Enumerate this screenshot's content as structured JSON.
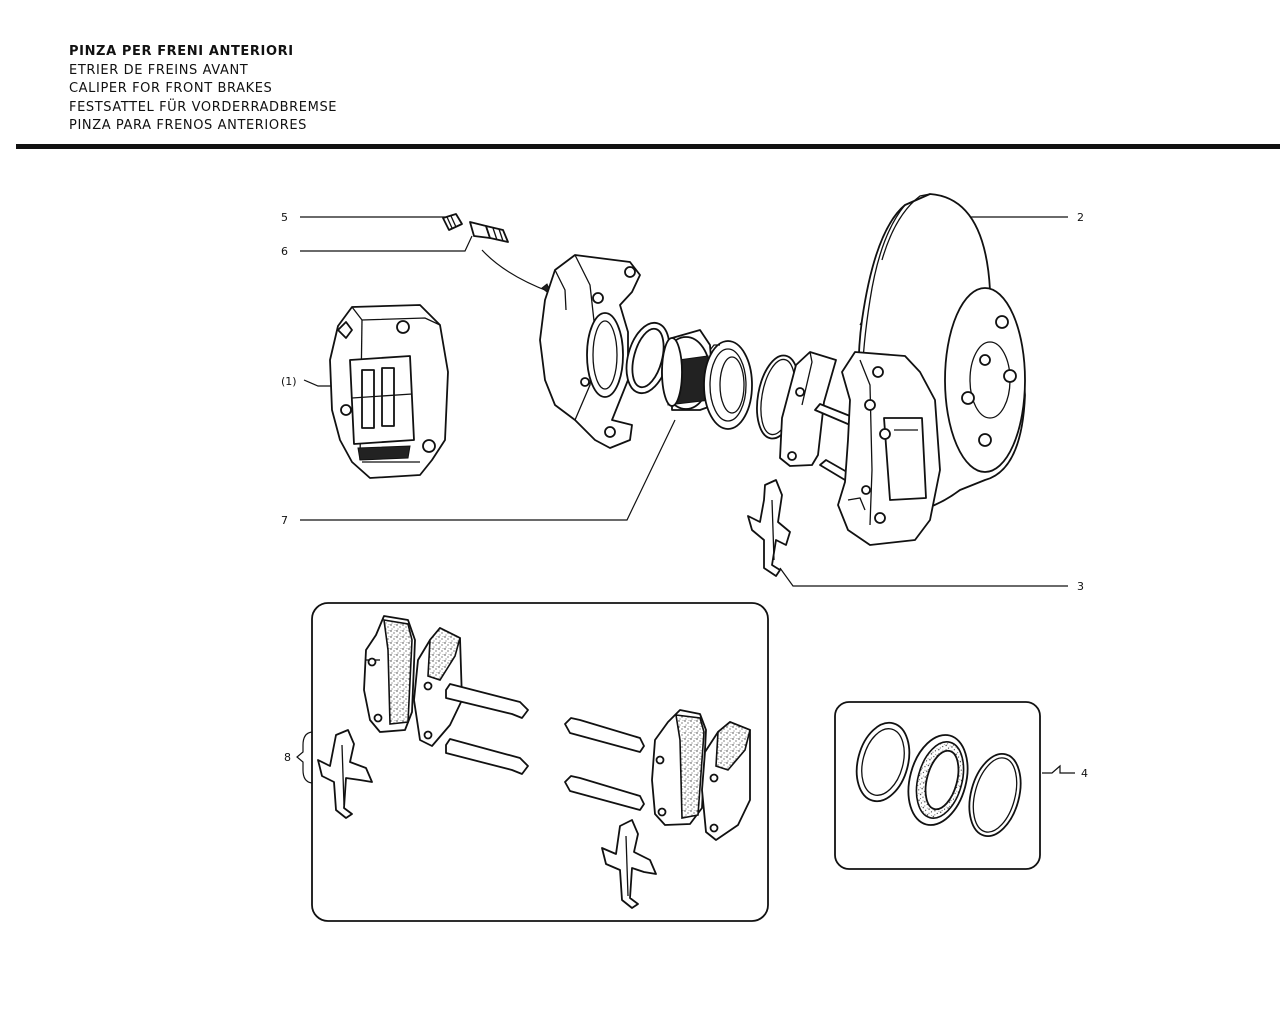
{
  "title": {
    "lines": [
      "PINZA PER FRENI ANTERIORI",
      "ETRIER DE FREINS AVANT",
      "CALIPER FOR FRONT BRAKES",
      "FESTSATTEL FÜR VORDERRADBREMSE",
      "PINZA PARA FRENOS ANTERIORES"
    ]
  },
  "callouts": {
    "assembly": "(1)",
    "disc": "2",
    "spring_clip": "3",
    "seal_kit": "4",
    "bleed_screw": "5",
    "bleed_cap": "6",
    "piston": "7",
    "pad_kit": "8"
  }
}
